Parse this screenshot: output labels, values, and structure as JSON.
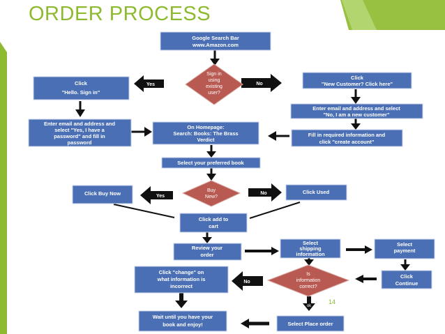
{
  "slide": {
    "title": "ORDER PROCESS",
    "slide_number": "14",
    "colors": {
      "accent": "#8dba2e",
      "box": "#4a6fb5",
      "decision": "#b95a52",
      "arrow": "#111111"
    }
  },
  "flow": {
    "google": [
      "Google Search Bar",
      "www.Amazon.com"
    ],
    "signin_q": [
      "Sign in",
      "using",
      "existing",
      "user?"
    ],
    "yes1": "Yes",
    "no1": "No",
    "click_hello": [
      "Click",
      "\"Hello. Sign in\""
    ],
    "click_new": [
      "Click",
      "\"New Customer? Click here\""
    ],
    "enter_yes": [
      "Enter email and address and",
      "select \"Yes, I have a",
      "password\" and fill in",
      "password"
    ],
    "homepage": [
      "On Homepage:",
      "Search: Books: The Brass",
      "Verdict"
    ],
    "enter_no": [
      "Enter email and address and select",
      "\"No, I am a new customer\""
    ],
    "fill_info": [
      "Fill in required information and",
      "click \"create account\""
    ],
    "select_book": "Select your preferred book",
    "buy_new_q": [
      "Buy",
      "New?"
    ],
    "yes2": "Yes",
    "no2": "No",
    "click_buy": "Click Buy Now",
    "click_used": "Click Used",
    "add_cart": [
      "Click add to",
      "cart"
    ],
    "review": [
      "Review your",
      "order"
    ],
    "select_ship": [
      "Select",
      "shipping",
      "information"
    ],
    "select_pay": [
      "Select",
      "payment"
    ],
    "info_q": [
      "Is",
      "information",
      "correct?"
    ],
    "no3": "No",
    "click_change": [
      "Click \"change\" on",
      "what information is",
      "incorrect"
    ],
    "click_continue": [
      "Click",
      "Continue"
    ],
    "wait": [
      "Wait until you have your",
      "book and enjoy!"
    ],
    "place_order": "Select Place order",
    "ok_label": "ok"
  }
}
